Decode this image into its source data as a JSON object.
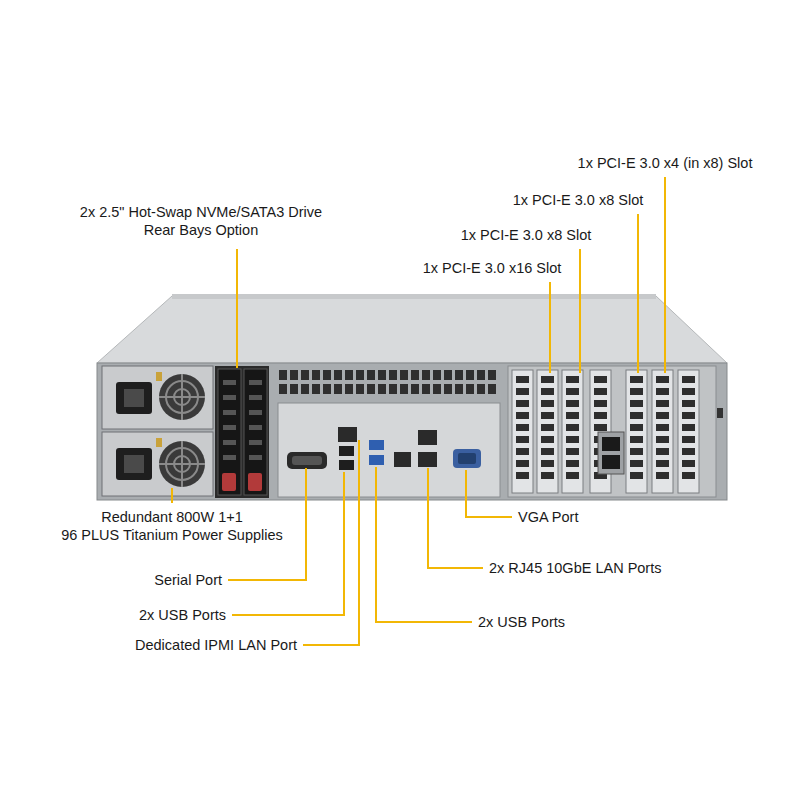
{
  "diagram": {
    "labels": [
      "1x PCI-E 3.0 x4 (in x8) Slot",
      "1x PCI-E 3.0 x8 Slot",
      "2x 2.5\" Hot-Swap NVMe/SATA3 Drive Rear Bays Option",
      "1x PCI-E 3.0 x8 Slot",
      "1x PCI-E 3.0 x16 Slot",
      "Redundant 800W 1+1 96 PLUS Titanium Power Supplies",
      "VGA Port",
      "2x RJ45 10GbE LAN Ports",
      "Serial Port",
      "2x USB Ports",
      "2x USB Ports",
      "Dedicated IPMI LAN Port"
    ]
  }
}
